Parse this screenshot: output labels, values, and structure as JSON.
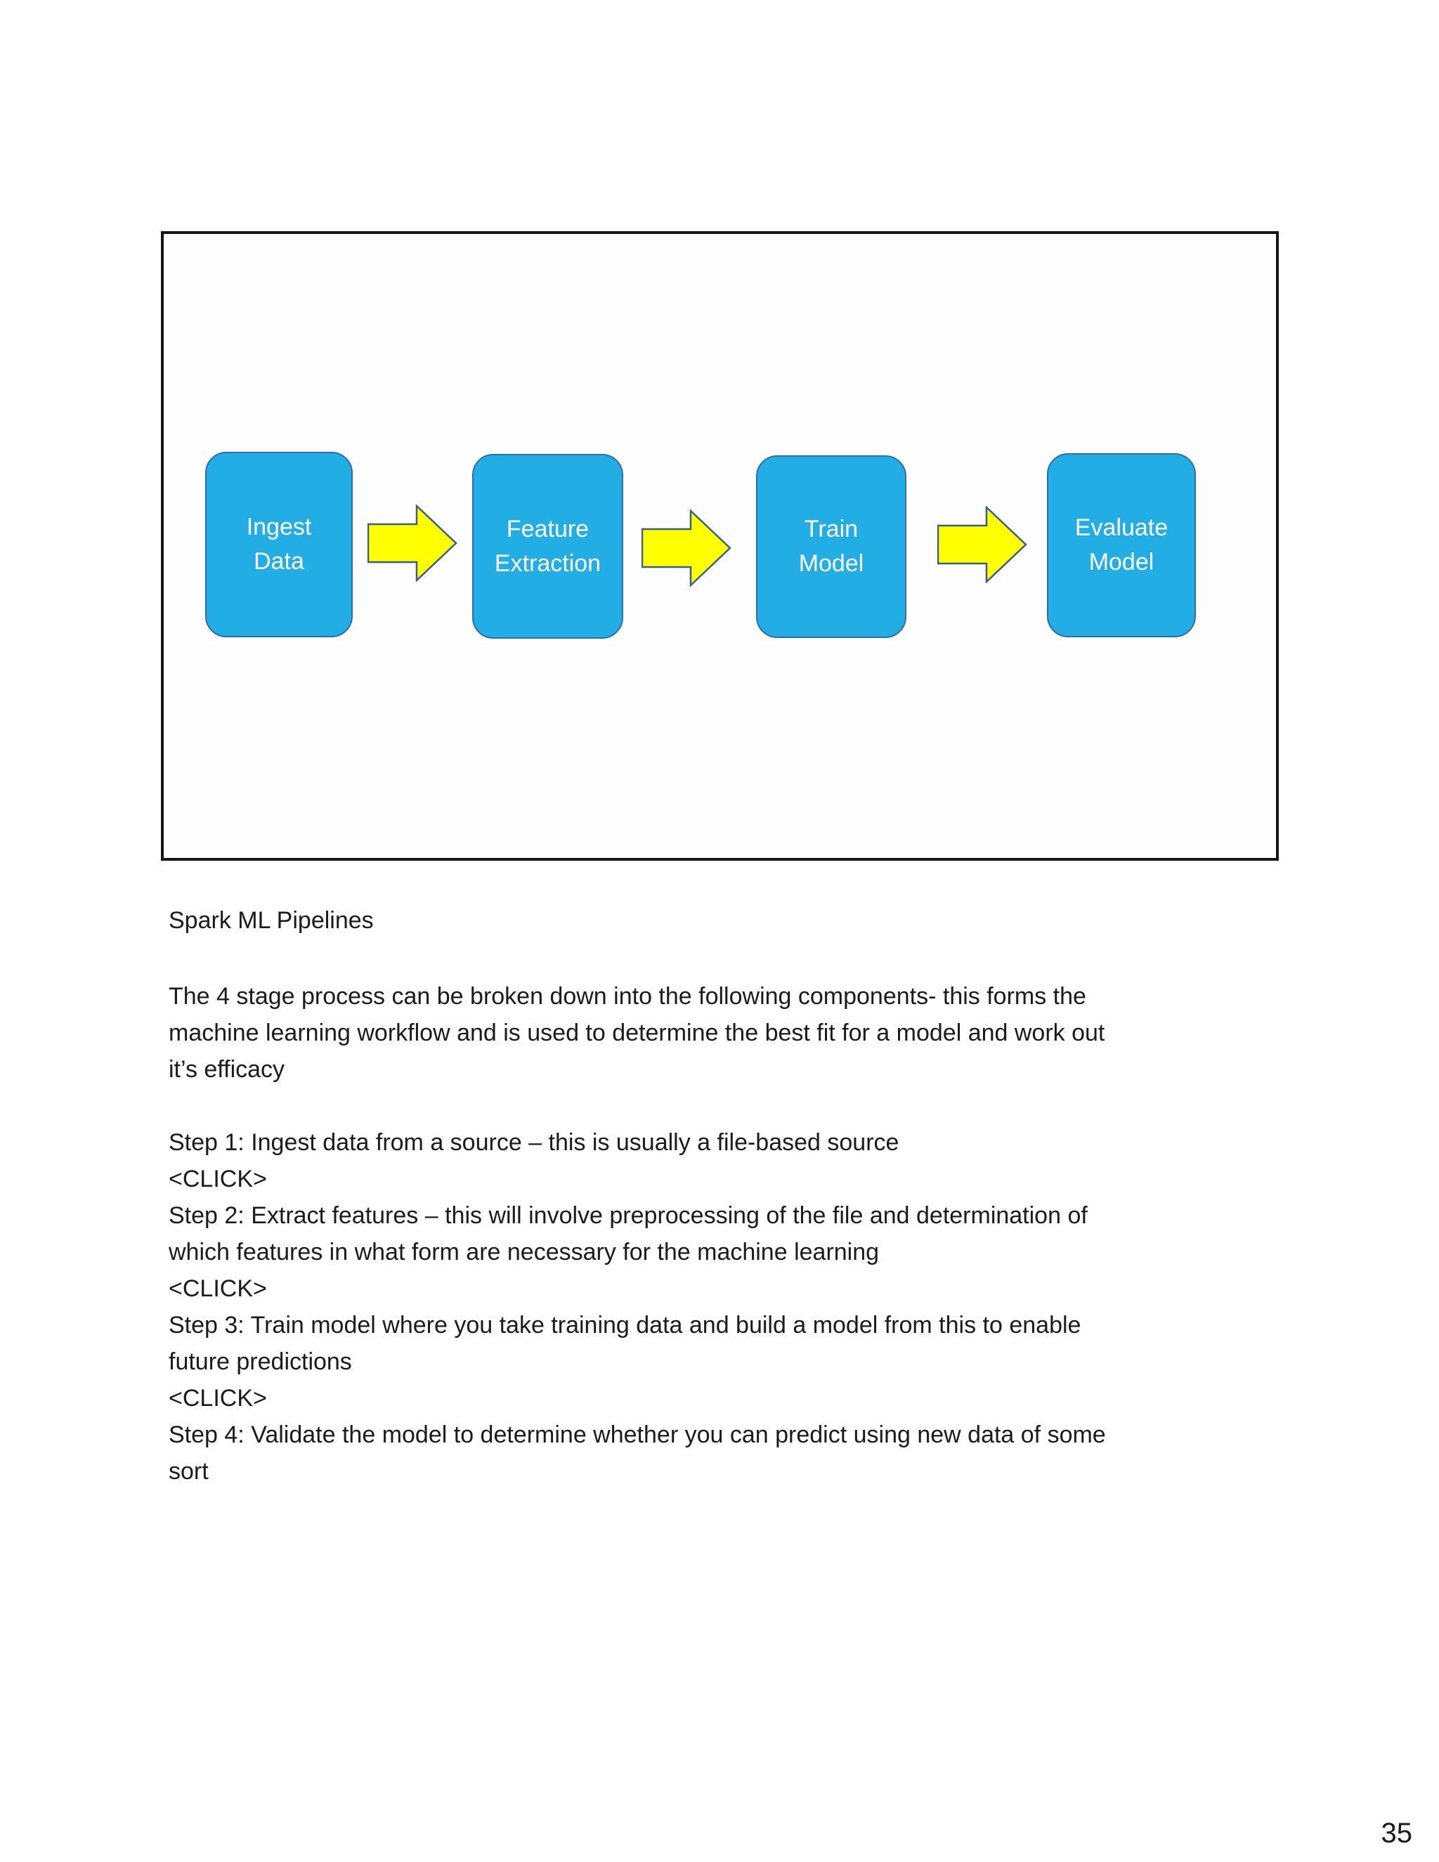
{
  "page": {
    "number": "35"
  },
  "slide_figure": {
    "flowchart": {
      "boxes": [
        {
          "label": "Ingest\nData"
        },
        {
          "label": "Feature\nExtraction"
        },
        {
          "label": "Train\nModel"
        },
        {
          "label": "Evaluate\nModel"
        }
      ],
      "arrow_count": 3
    }
  },
  "notes": {
    "title": "Spark ML Pipelines",
    "lines": [
      "The 4 stage process can be broken down into the following components- this forms the",
      "machine learning workflow and is used to determine the best fit for a model and work out",
      "it’s efficacy",
      "",
      "Step 1: Ingest data from a source – this is usually a file-based source",
      "<CLICK>",
      "Step 2: Extract features – this will involve preprocessing of the file and determination of",
      "which features in what form are necessary for the machine learning",
      "<CLICK>",
      "Step 3: Train model where you take training data and build a model from this to enable",
      "future predictions",
      "<CLICK>",
      "Step 4: Validate the model to determine whether you can predict using new data of some",
      "sort"
    ]
  },
  "colors": {
    "flow_box_fill": "#22aee5",
    "flow_box_border": "#2c6fad",
    "flow_box_text": "#ffffff",
    "arrow_fill": "#ffff00",
    "arrow_border": "#3a5e8c",
    "frame_border": "#161616",
    "text": "#1b1b1b",
    "background": "#ffffff"
  }
}
